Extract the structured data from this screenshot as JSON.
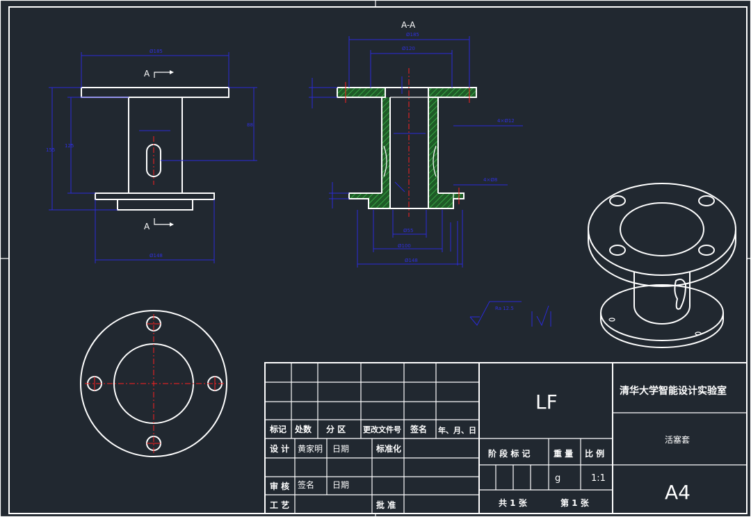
{
  "labels": {
    "section_title": "A-A",
    "cut_top": "A",
    "cut_bottom": "A"
  },
  "title_block": {
    "header_cells": [
      "标记",
      "处数",
      "分 区",
      "更改文件号",
      "签名",
      "年、月、日"
    ],
    "design_label": "设 计",
    "designer": "黄家明",
    "date1": "日期",
    "standardization": "标准化",
    "review_label": "审 核",
    "signature": "签名",
    "date2": "日期",
    "craft_label": "工 艺",
    "approve_label": "批 准",
    "code": "LF",
    "org": "清华大学智能设计实验室",
    "part_name": "活塞套",
    "stage_label": "阶 段 标 记",
    "weight_label": "重 量",
    "scale_label": "比 例",
    "weight_value": "g",
    "scale_value": "1:1",
    "sheets_total": "共 1 张",
    "sheet_no": "第 1 张",
    "paper_size": "A4"
  },
  "colors": {
    "background": "#212830",
    "outline": "#ffffff",
    "dimension": "#2a2ad8",
    "centerline": "#ff2020",
    "hatch": "#2e8b3a"
  }
}
